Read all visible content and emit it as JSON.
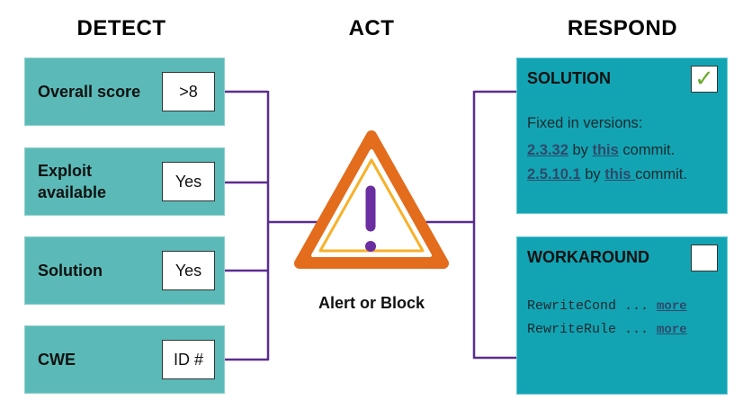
{
  "headings": {
    "detect": "DETECT",
    "act": "ACT",
    "respond": "RESPOND"
  },
  "detect": [
    {
      "label": "Overall score",
      "value": ">8"
    },
    {
      "label": "Exploit\navailable",
      "value": "Yes"
    },
    {
      "label": "Solution",
      "value": "Yes"
    },
    {
      "label": "CWE",
      "value": "ID #"
    }
  ],
  "act": {
    "label": "Alert or Block",
    "icon": "warning-triangle-icon",
    "colors": {
      "outer": "#e36c1d",
      "inner": "#f7b12a",
      "mark": "#6a2ea0"
    }
  },
  "respond": {
    "solution": {
      "title": "SOLUTION",
      "checked": true,
      "intro": "Fixed in versions:",
      "lines": [
        {
          "version": "2.3.32",
          "by": " by ",
          "link": "this",
          "suffix": " commit."
        },
        {
          "version": "2.5.10.1",
          "by": " by ",
          "link": "this ",
          "suffix": "commit."
        }
      ]
    },
    "workaround": {
      "title": "WORKAROUND",
      "checked": false,
      "lines": [
        {
          "code": "RewriteCond ... ",
          "more": "more"
        },
        {
          "code": "RewriteRule ... ",
          "more": "more"
        }
      ]
    }
  },
  "colors": {
    "detect_box": "#5bbab7",
    "respond_box": "#13a4b4",
    "connector": "#5b2d8f",
    "check": "#6aab2e"
  }
}
